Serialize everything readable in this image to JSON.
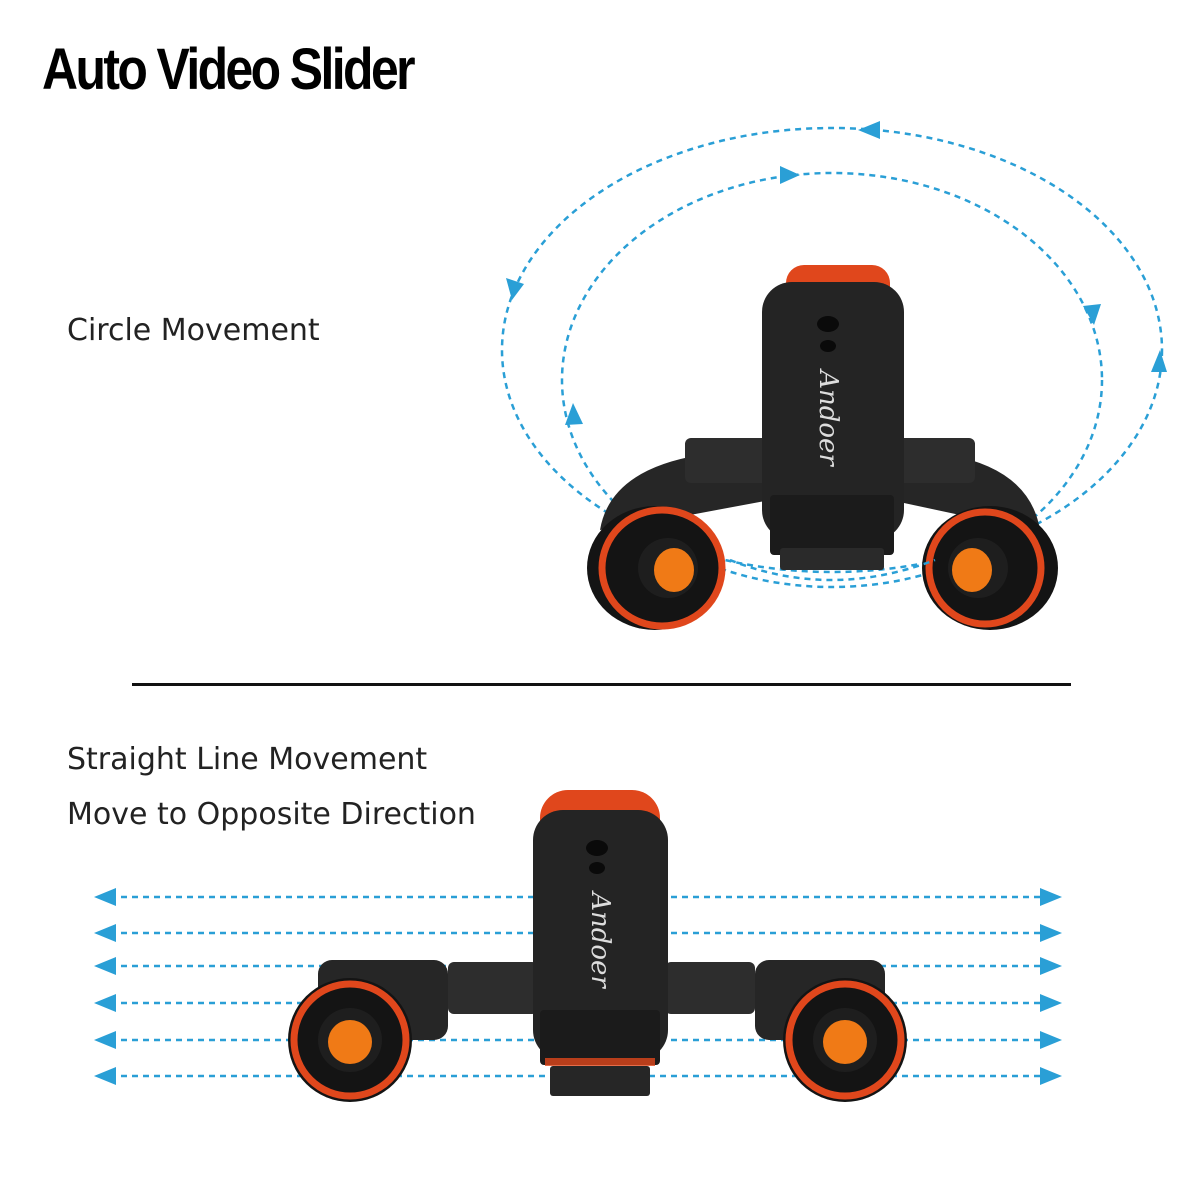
{
  "title": "Auto Video Slider",
  "sections": {
    "circle": {
      "label": "Circle Movement"
    },
    "straight": {
      "label_line1": "Straight Line Movement",
      "label_line2": "Move to Opposite Direction"
    }
  },
  "product": {
    "brand": "Andoer"
  },
  "colors": {
    "arrow": "#2a9fd6",
    "body": "#1f1f1f",
    "wheel_ring": "#e0471c",
    "knob": "#f07a16",
    "divider": "#111111"
  },
  "icons": [
    "dashed-arrow-icon",
    "circular-motion-arrows-icon"
  ]
}
